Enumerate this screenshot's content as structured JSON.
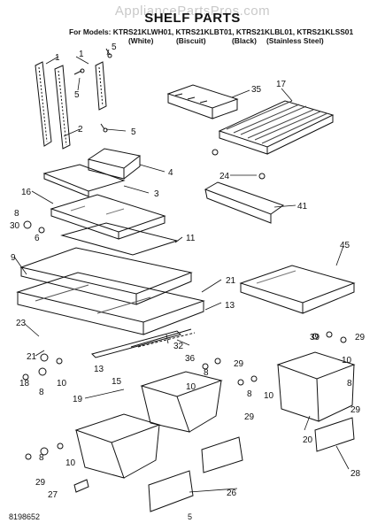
{
  "watermark": "AppliancePartsPros.com",
  "title": "SHELF PARTS",
  "models_line": "For Models: KTRS21KLWH01, KTRS21KLBT01, KTRS21KLBL01, KTRS21KLSS01",
  "colors": [
    "(White)",
    "(Biscuit)",
    "(Black)",
    "(Stainless Steel)"
  ],
  "callouts": {
    "c1": "1",
    "c2": "2",
    "c3": "3",
    "c4": "4",
    "c5a": "5",
    "c5b": "5",
    "c5c": "5",
    "c6": "6",
    "c8a": "8",
    "c8b": "8",
    "c8c": "8",
    "c8d": "8",
    "c8e": "8",
    "c8f": "8",
    "c9": "9",
    "c10a": "10",
    "c10b": "10",
    "c10c": "10",
    "c10d": "10",
    "c11": "11",
    "c13a": "13",
    "c13b": "13",
    "c15": "15",
    "c16": "16",
    "c17": "17",
    "c18": "18",
    "c19": "19",
    "c20": "20",
    "c21a": "21",
    "c21b": "21",
    "c23": "23",
    "c24": "24",
    "c26": "26",
    "c27": "27",
    "c28": "28",
    "c29a": "29",
    "c29b": "29",
    "c29c": "29",
    "c29d": "29",
    "c30": "30",
    "c32": "32",
    "c35": "35",
    "c36": "36",
    "c39": "39",
    "c41": "41",
    "c45": "45"
  },
  "footer": {
    "doc_number": "8198652",
    "page_number": "5"
  }
}
